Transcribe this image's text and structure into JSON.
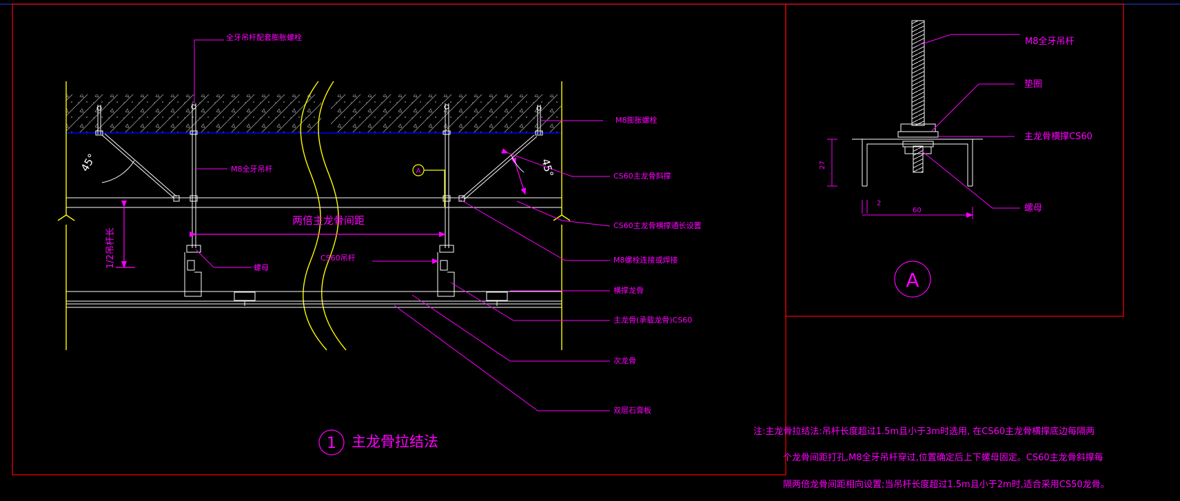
{
  "colors": {
    "background": "#000000",
    "frame": "#ff0000",
    "annotation": "#ff00ff",
    "structure": "#ffff00",
    "hatch": "#9a9a9a",
    "slab_line": "#0000ff",
    "geometry": "#ffffff",
    "top_rule": "#1a2a9a"
  },
  "main_detail": {
    "callouts": {
      "top_bolt_rod": "全牙吊杆配套膨胀螺栓",
      "expansion_bolt": "M8膨胀螺栓",
      "rod_left": "M8全牙吊杆",
      "brace": "CS60主龙骨斜撑",
      "brace_extension": "CS60主龙骨横撑通长设置",
      "bolt_connection": "M8螺栓连接或焊接",
      "rod_mid": "CS60吊杆",
      "nut_left": "螺母",
      "cross_keel": "横撑龙骨",
      "main_keel": "主龙骨(承载龙骨)CS60",
      "secondary_keel": "次龙骨",
      "gypsum_board": "双层石膏板"
    },
    "dimensions": {
      "angle_left": "45°",
      "angle_right": "45°",
      "half_rod_length": "1/2吊杆长",
      "span_label": "两倍主龙骨间距"
    },
    "detail_marker": "A",
    "title_number": "1",
    "title": "主龙骨拉结法"
  },
  "detail_a": {
    "callouts": {
      "rod": "M8全牙吊杆",
      "washer": "垫圈",
      "brace": "主龙骨横撑CS60",
      "nut": "螺母"
    },
    "dimensions": {
      "height": "27",
      "thickness": "2",
      "width": "60"
    },
    "marker": "A"
  },
  "notes": [
    "注:主龙骨拉结法:吊杆长度超过1.5m且小于3m时选用, 在CS60主龙骨横撑底边每隔两",
    "个龙骨间距打孔,M8全牙吊杆穿过,位置确定后上下螺母固定。CS60主龙骨斜撑每",
    "隔两倍龙骨间距相向设置;当吊杆长度超过1.5m且小于2m时,适合采用CS50龙骨。"
  ]
}
